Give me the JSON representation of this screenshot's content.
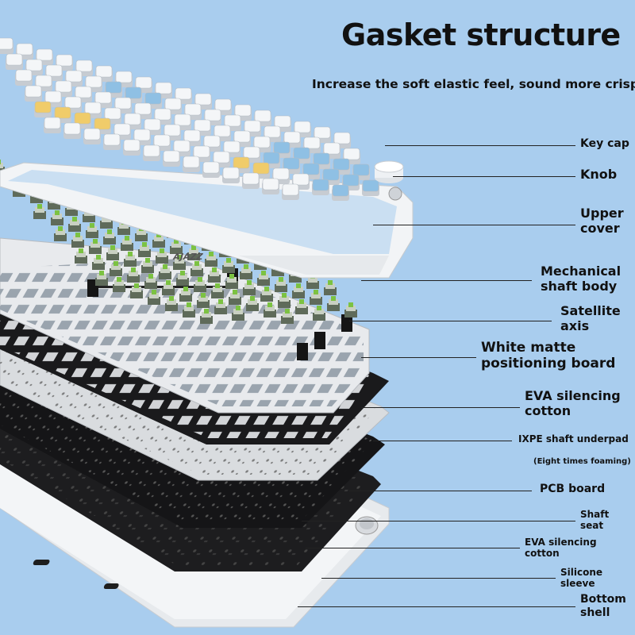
{
  "title": "Gasket structure",
  "subtitle": "Increase the soft elastic feel, sound more crisp",
  "brand": "AJAZZ",
  "labels": {
    "key_cap": "Key cap",
    "knob": "Knob",
    "upper_cover_1": "Upper",
    "upper_cover_2": "cover",
    "mech_1": "Mechanical",
    "mech_2": "shaft body",
    "sat_1": "Satellite",
    "sat_2": "axis",
    "white_1": "White matte",
    "white_2": "positioning board",
    "eva1_1": "EVA silencing",
    "eva1_2": "cotton",
    "ixpe": "IXPE shaft underpad",
    "ixpe_note": "(Eight times foaming)",
    "pcb": "PCB board",
    "seat_1": "Shaft",
    "seat_2": "seat",
    "eva2_1": "EVA silencing",
    "eva2_2": "cotton",
    "sil_1": "Silicone",
    "sil_2": "sleeve",
    "bottom_1": "Bottom",
    "bottom_2": "shell"
  },
  "colors": {
    "background": "#a9cdee",
    "key_white": "#f4f6f8",
    "key_blue": "#8fc0e4",
    "key_yellow": "#f0cc6a",
    "switch_green": "#7cc242",
    "plate_white": "#e9ebee",
    "foam_black": "#1c1c1e",
    "pcb_black": "#222222",
    "shell_white": "#eef0f2"
  }
}
